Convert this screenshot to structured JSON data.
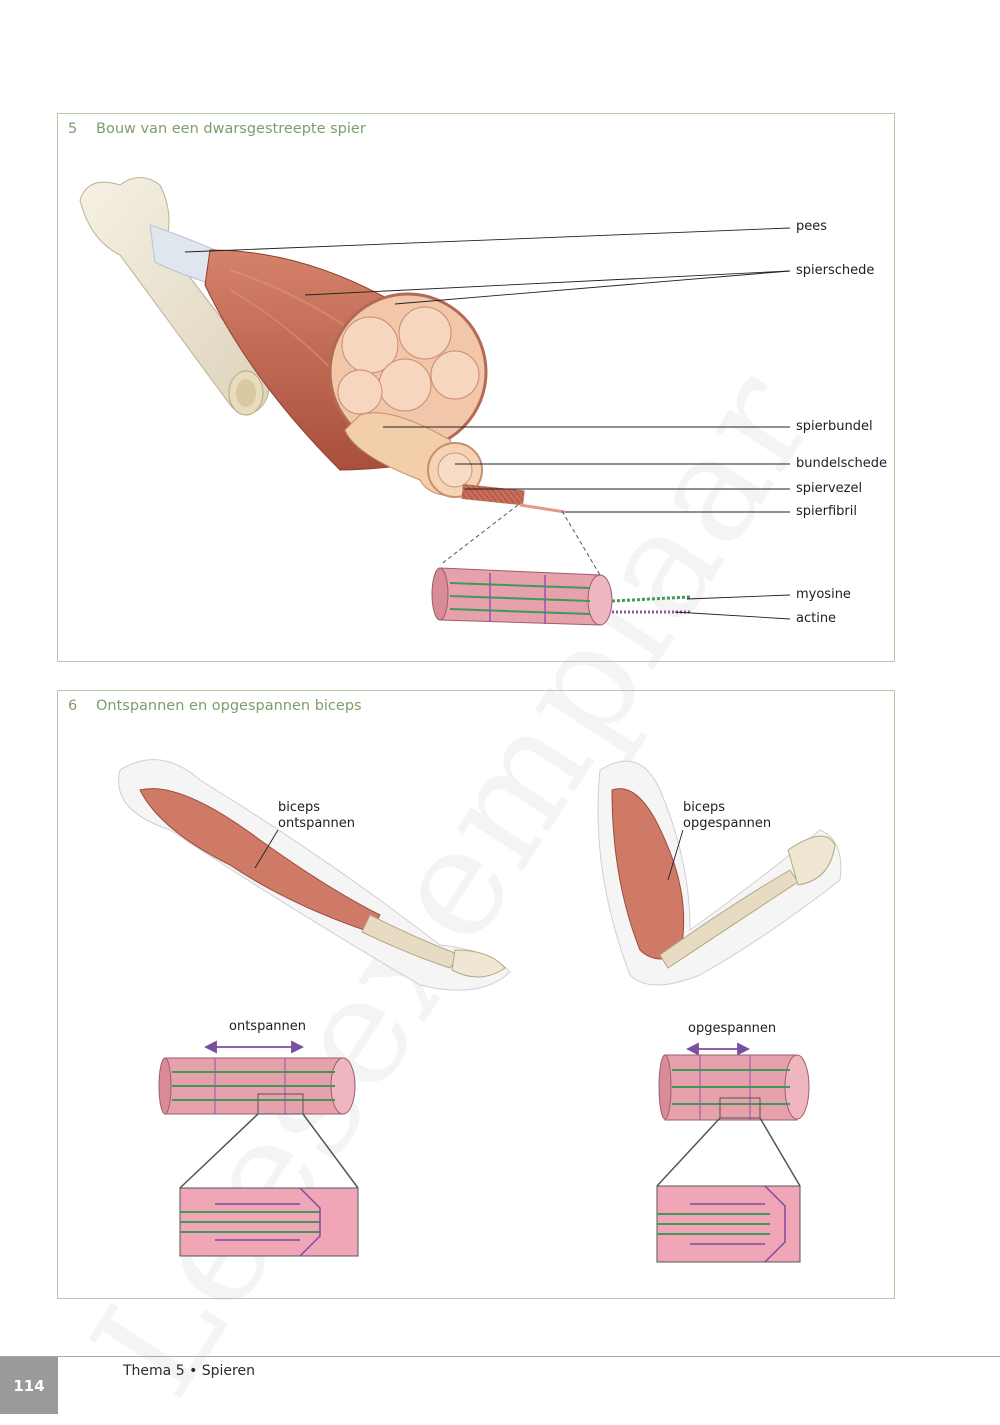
{
  "figure5": {
    "number": "5",
    "title": "Bouw van een dwarsgestreepte spier",
    "labels": {
      "pees": "pees",
      "spierschede": "spierschede",
      "spierbundel": "spierbundel",
      "bundelschede": "bundelschede",
      "spiervezel": "spiervezel",
      "spierfibril": "spierfibril",
      "myosine": "myosine",
      "actine": "actine"
    }
  },
  "figure6": {
    "number": "6",
    "title": "Ontspannen en opgespannen biceps",
    "labels": {
      "biceps_relaxed_1": "biceps",
      "biceps_relaxed_2": "ontspannen",
      "biceps_tense_1": "biceps",
      "biceps_tense_2": "opgespannen",
      "relaxed_state": "ontspannen",
      "tense_state": "opgespannen"
    }
  },
  "watermark": "Leesexemplaar",
  "footer": {
    "page_number": "114",
    "chapter": "Thema 5 • Spieren"
  },
  "colors": {
    "panel_border": "#b7c9a6",
    "title_green": "#7d9e6b",
    "muscle": "#c8705a",
    "bone": "#efe8d6",
    "fiber_pink": "#eaa1ad",
    "myosine_green": "#3f9a5a",
    "actine_purple": "#8a5aa8"
  }
}
